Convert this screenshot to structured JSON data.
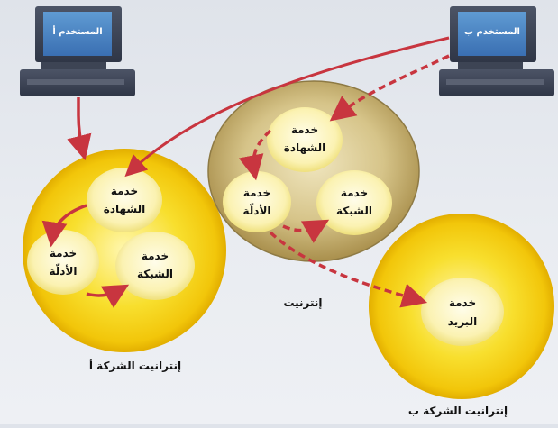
{
  "users": {
    "user_a": "المستخدم أ",
    "user_b": "المستخدم ب"
  },
  "services": {
    "certificate": [
      "خدمة",
      "الشهادة"
    ],
    "directory": [
      "خدمة",
      "الأدلّة"
    ],
    "network": [
      "خدمة",
      "الشبكة"
    ],
    "mail": [
      "خدمة",
      "البريد"
    ]
  },
  "regions": {
    "intranet_a": "إنترانيت الشركة أ",
    "internet": "إنترنيت",
    "intranet_b": "إنترانيت الشركة ب"
  },
  "colors": {
    "solid_arrow": "#c8353f",
    "dashed_arrow": "#c8353f",
    "intranet_fill": "#f5d515",
    "internet_fill": "#c9b272",
    "service_fill": "#fbf3b8"
  }
}
